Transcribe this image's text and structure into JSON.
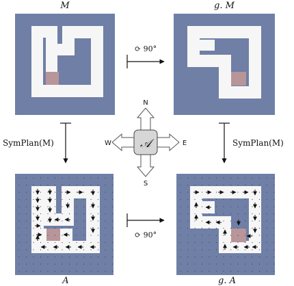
{
  "panels": {
    "top_left": {
      "label": "M"
    },
    "top_right": {
      "label": "g. M"
    },
    "bottom_left": {
      "label": "A"
    },
    "bottom_right": {
      "label": "g. A"
    }
  },
  "arrows": {
    "top_rotation": "⟳ 90°",
    "bottom_rotation": "⟳ 90°",
    "left_symplan": "SymPlan(M)",
    "right_symplan": "SymPlan(M)"
  },
  "compass": {
    "center": "𝒜",
    "north": "N",
    "south": "S",
    "east": "E",
    "west": "W"
  },
  "colors": {
    "wall": "#6f7fa6",
    "floor": "#f6f6f6",
    "goal": "#b89599",
    "arrow": "#111111"
  }
}
